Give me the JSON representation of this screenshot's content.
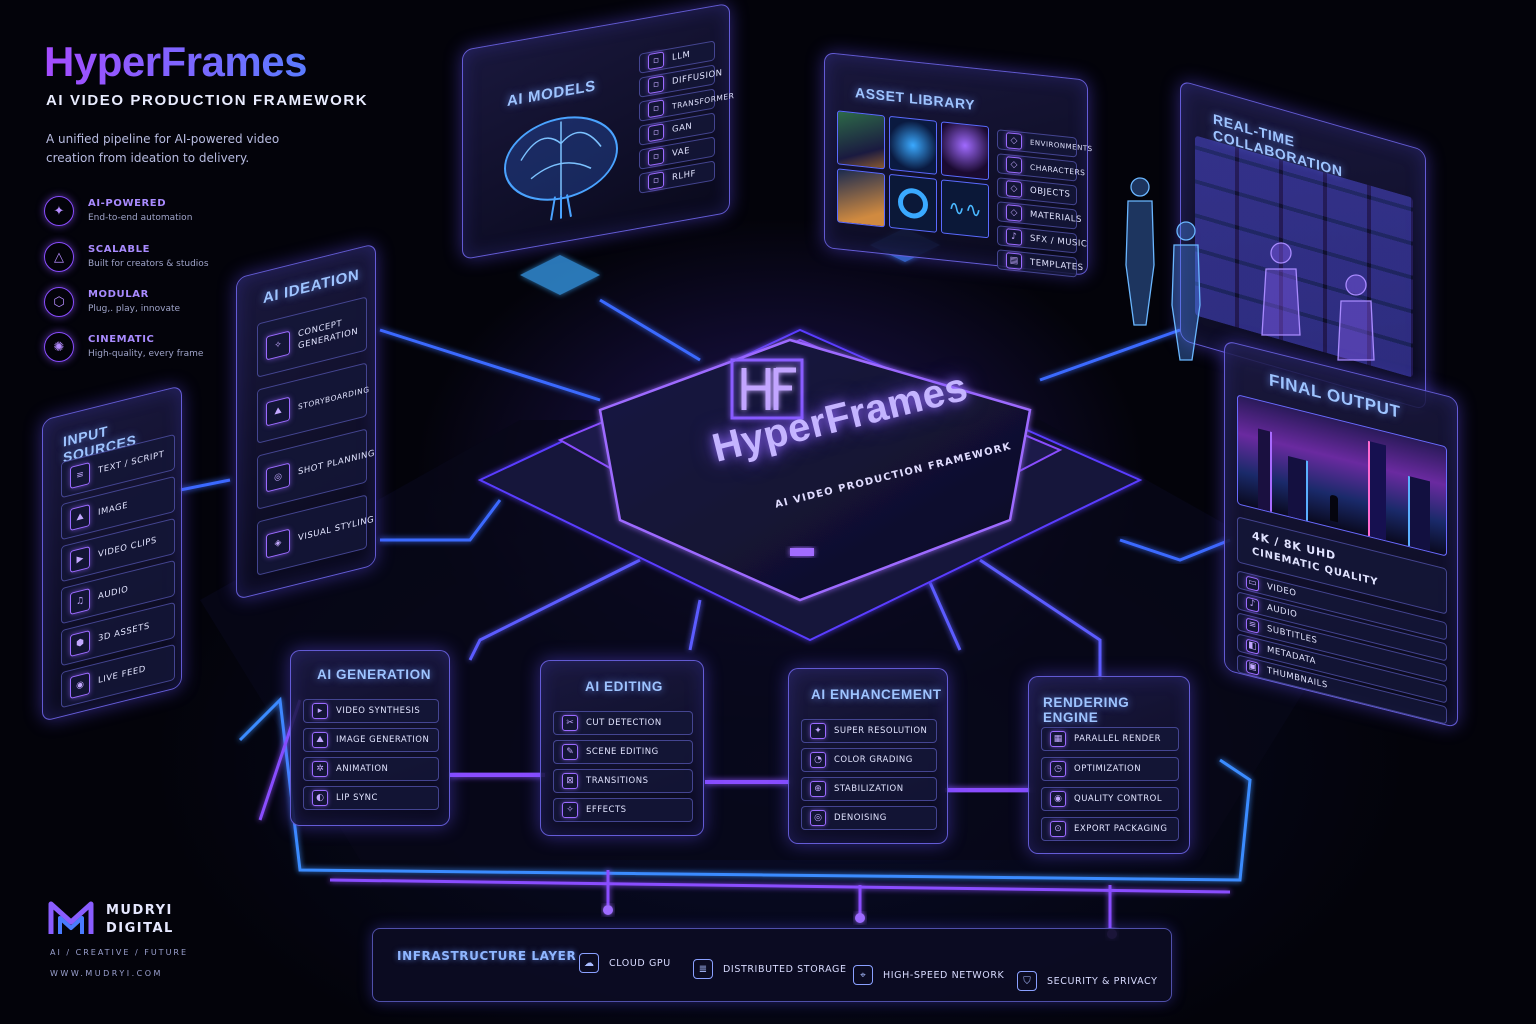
{
  "brand": {
    "title": "HyperFrames",
    "subtitle": "AI VIDEO PRODUCTION FRAMEWORK",
    "description": "A unified pipeline for AI-powered video creation from ideation to delivery.",
    "features": [
      {
        "name": "AI-POWERED",
        "desc": "End-to-end automation",
        "icon": "ai-network-icon"
      },
      {
        "name": "SCALABLE",
        "desc": "Built for creators & studios",
        "icon": "scale-icon"
      },
      {
        "name": "MODULAR",
        "desc": "Plug,. play, innovate",
        "icon": "module-icon"
      },
      {
        "name": "CINEMATIC",
        "desc": "High-quality, every frame",
        "icon": "film-icon"
      }
    ]
  },
  "core": {
    "title": "HyperFrames",
    "subtitle": "AI VIDEO PRODUCTION FRAMEWORK",
    "logo_icon": "hf-logo-icon"
  },
  "ai_models": {
    "title": "AI MODELS",
    "items": [
      "LLM",
      "DIFFUSION",
      "TRANSFORMER",
      "GAN",
      "VAE",
      "RLHF"
    ]
  },
  "asset_library": {
    "title": "ASSET LIBRARY",
    "items": [
      "ENVIRONMENTS",
      "CHARACTERS",
      "OBJECTS",
      "MATERIALS",
      "SFX / MUSIC",
      "TEMPLATES"
    ]
  },
  "collaboration": {
    "title": "REAL-TIME COLLABORATION"
  },
  "ideation": {
    "title": "AI IDEATION",
    "items": [
      {
        "label": "CONCEPT",
        "label2": "GENERATION",
        "icon": "lightbulb-icon"
      },
      {
        "label": "STORYBOARDING",
        "label2": "",
        "icon": "storyboard-icon"
      },
      {
        "label": "SHOT PLANNING",
        "label2": "",
        "icon": "target-icon"
      },
      {
        "label": "VISUAL STYLING",
        "label2": "",
        "icon": "palette-icon"
      }
    ]
  },
  "input_sources": {
    "title": "INPUT SOURCES",
    "items": [
      {
        "label": "TEXT / SCRIPT",
        "icon": "document-icon"
      },
      {
        "label": "IMAGE",
        "icon": "image-icon"
      },
      {
        "label": "VIDEO CLIPS",
        "icon": "play-icon"
      },
      {
        "label": "AUDIO",
        "icon": "music-icon"
      },
      {
        "label": "3D ASSETS",
        "icon": "cube-icon"
      },
      {
        "label": "LIVE FEED",
        "icon": "camera-icon"
      }
    ]
  },
  "final_output": {
    "title": "FINAL OUTPUT",
    "quality1": "4K / 8K UHD",
    "quality2": "CINEMATIC QUALITY",
    "items": [
      "VIDEO",
      "AUDIO",
      "SUBTITLES",
      "METADATA",
      "THUMBNAILS"
    ]
  },
  "modules": [
    {
      "title": "AI GENERATION",
      "items": [
        "VIDEO SYNTHESIS",
        "IMAGE GENERATION",
        "ANIMATION",
        "LIP SYNC"
      ]
    },
    {
      "title": "AI EDITING",
      "items": [
        "CUT DETECTION",
        "SCENE EDITING",
        "TRANSITIONS",
        "EFFECTS"
      ]
    },
    {
      "title": "AI ENHANCEMENT",
      "items": [
        "SUPER RESOLUTION",
        "COLOR GRADING",
        "STABILIZATION",
        "DENOISING"
      ]
    },
    {
      "title": "RENDERING ENGINE",
      "items": [
        "PARALLEL RENDER",
        "OPTIMIZATION",
        "QUALITY CONTROL",
        "EXPORT PACKAGING"
      ]
    }
  ],
  "infrastructure": {
    "title": "INFRASTRUCTURE LAYER",
    "items": [
      {
        "label": "CLOUD GPU",
        "icon": "cloud-icon"
      },
      {
        "label": "DISTRIBUTED STORAGE",
        "icon": "storage-icon"
      },
      {
        "label": "HIGH-SPEED NETWORK",
        "icon": "network-icon"
      },
      {
        "label": "SECURITY & PRIVACY",
        "icon": "shield-icon"
      }
    ]
  },
  "footer": {
    "company_line1": "MUDRYI",
    "company_line2": "DIGITAL",
    "tagline": "AI / CREATIVE / FUTURE",
    "url": "WWW.MUDRYI.COM"
  },
  "colors": {
    "accent_purple": "#8a4dff",
    "accent_blue": "#3f7bff",
    "background": "#03030a"
  }
}
